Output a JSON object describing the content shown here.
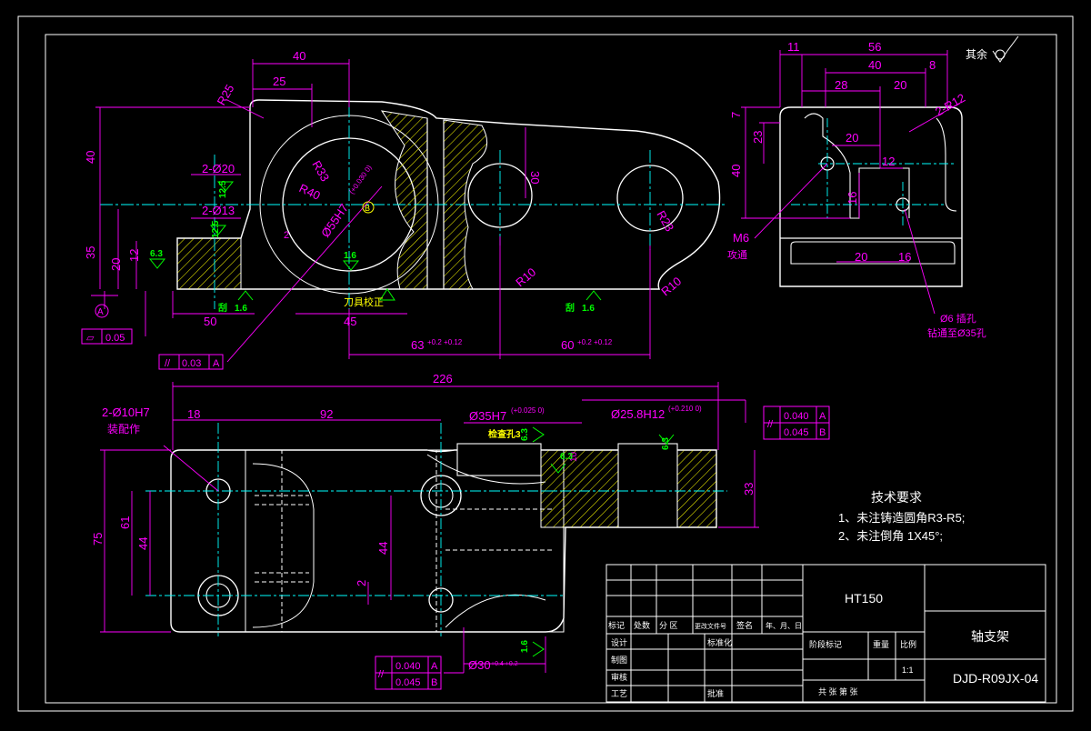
{
  "colors": {
    "background": "#000000",
    "outline": "#ffffff",
    "dimension": "#ff00ff",
    "centerline": "#00ffff",
    "hatch": "#ffff00",
    "roughness": "#00ff00",
    "red": "#ff0000"
  },
  "top_view": {
    "dims": {
      "d40": "40",
      "d25": "25",
      "r25": "R25",
      "r33": "R33",
      "r40": "R40",
      "hole20": "2-Ø20",
      "hole13": "2-Ø13",
      "d40v": "40",
      "d35": "35",
      "d20": "20",
      "d12": "12",
      "d30": "30",
      "r23": "R23",
      "d50": "50",
      "d45": "45",
      "d63": "63",
      "d60": "60",
      "r10a": "R10",
      "r10b": "R10",
      "d2": "2",
      "bore": "Ø55H7",
      "bore_tol": "(+0.030 0)",
      "tol63": "+0.2 +0.12",
      "tol60": "+0.2 +0.12"
    },
    "roughness": {
      "r1": "12.5",
      "r2": "12.5",
      "r3": "6.3",
      "r4": "1.6",
      "r5": "1.6",
      "r6": "1.6"
    },
    "labels": {
      "tool_set": "刀具校正",
      "circle_b": "B",
      "datum_a": "A",
      "flat_tol": "0.05",
      "par_tol": "0.03",
      "par_datum": "A",
      "rest_prefix": "刮"
    }
  },
  "side_view": {
    "dims": {
      "d11": "11",
      "d56": "56",
      "d40": "40",
      "d8": "8",
      "d28": "28",
      "d20": "20",
      "r12": "2-R12",
      "d7": "7",
      "d23": "23",
      "d20b": "20",
      "d40v": "40",
      "d12": "12",
      "d16": "16",
      "d20c": "20",
      "d16b": "16"
    },
    "labels": {
      "rest": "其余",
      "m6": "M6",
      "m6_note": "攻通",
      "pin_hole": "Ø6 插孔",
      "pin_note": "钻通至Ø35孔"
    }
  },
  "front_view": {
    "dims": {
      "d226": "226",
      "hole10": "2-Ø10H7",
      "hole10_note": "装配作",
      "d18": "18",
      "d92": "92",
      "d35": "Ø35H7",
      "d35_tol": "(+0.025 0)",
      "d258": "Ø25.8H12",
      "d258_tol": "(+0.210 0)",
      "d75": "75",
      "d61": "61",
      "d44": "44",
      "d44b": "44",
      "d2": "2",
      "d33": "33",
      "d30": "Ø30",
      "d30_tol": "+0.4 +0.2",
      "d10": "10"
    },
    "roughness": {
      "r1": "6.3",
      "r2": "6.3",
      "r3": "6.3",
      "r4": "1.6"
    },
    "labels": {
      "check": "检查孔3",
      "tol1": "0.040",
      "tol1d": "A",
      "tol2": "0.045",
      "tol2d": "B",
      "tol3": "0.040",
      "tol3d": "A",
      "tol4": "0.045",
      "tol4d": "B"
    }
  },
  "tech_req": {
    "title": "技术要求",
    "item1": "1、未注铸造圆角R3-R5;",
    "item2": "2、未注倒角 1X45°;"
  },
  "title_block": {
    "material": "HT150",
    "part_name": "轴支架",
    "drawing_no": "DJD-R09JX-04",
    "scale": "1:1",
    "row_labels": [
      "标记",
      "处数",
      "分 区",
      "更改文件号",
      "签名",
      "年、月、日"
    ],
    "design": "设计",
    "standardize": "标准化",
    "drafting": "制图",
    "review": "审核",
    "process": "工艺",
    "approve": "批准",
    "stage_mark": "阶段标记",
    "weight": "重量",
    "scale_label": "比例",
    "sheets": "共  张  第  张"
  }
}
